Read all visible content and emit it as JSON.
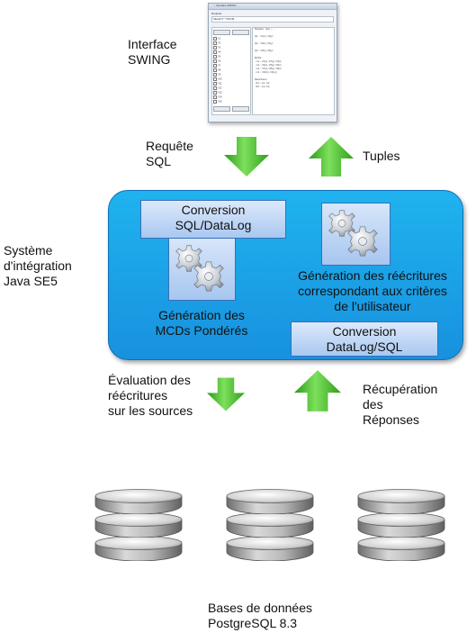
{
  "labels": {
    "interface": "Interface\nSWING",
    "requete": "Requête\nSQL",
    "tuples": "Tuples",
    "systeme": "Système\nd'intégration\nJava SE5",
    "evaluation": "Évaluation des\nréécritures\nsur les sources",
    "recuperation": "Récupération\ndes\nRéponses",
    "bases": "Bases de données\nPostgreSQL 8.3"
  },
  "system_box": {
    "conversion_sql_datalog": "Conversion\nSQL/DataLog",
    "generation_mcds": "Génération des\nMCDs Pondérés",
    "generation_reecritures": "Génération des réécritures\ncorrespondant aux critères\nde l'utilisateur",
    "conversion_datalog_sql": "Conversion\nDataLog/SQL"
  },
  "colors": {
    "arrow_green": "#3cb523",
    "system_blue": "#1fa6ea",
    "panel_blue": "#bcd4f6"
  },
  "icons": [
    "gears-icon",
    "gears-icon",
    "database-icon",
    "database-icon",
    "database-icon",
    "down-arrow",
    "up-arrow"
  ]
}
